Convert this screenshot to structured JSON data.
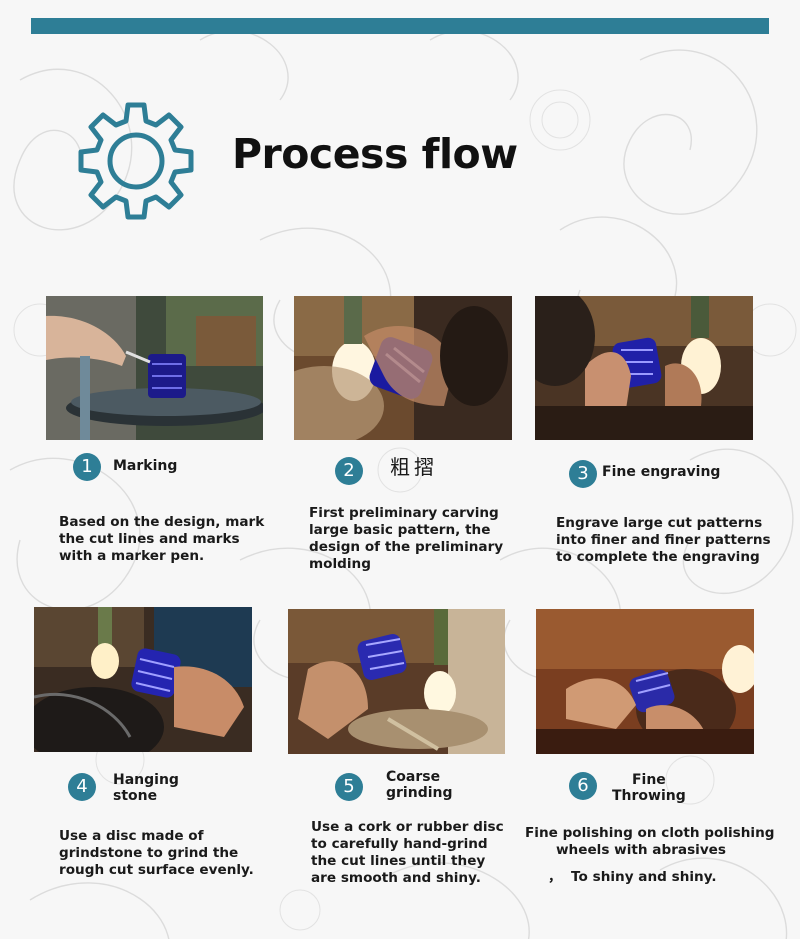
{
  "header": {
    "title": "Process flow",
    "accent_color": "#2e7e96",
    "icon": "gear-icon"
  },
  "steps": [
    {
      "number": "1",
      "title_lines": [
        "Marking"
      ],
      "desc_lines": [
        "Based on the design, mark",
        "the cut lines and marks",
        "with a marker pen."
      ]
    },
    {
      "number": "2",
      "title_lines": [
        "粗摺"
      ],
      "desc_lines": [
        "First preliminary carving",
        "large basic pattern, the",
        "design of the preliminary",
        "molding"
      ]
    },
    {
      "number": "3",
      "title_lines": [
        "Fine engraving"
      ],
      "desc_lines": [
        "Engrave large cut patterns",
        "into finer and finer patterns",
        "to complete the engraving"
      ]
    },
    {
      "number": "4",
      "title_lines": [
        "Hanging",
        "stone"
      ],
      "desc_lines": [
        "Use a disc made of",
        "grindstone to grind the",
        "rough cut surface evenly."
      ]
    },
    {
      "number": "5",
      "title_lines": [
        "Coarse",
        "grinding"
      ],
      "desc_lines": [
        "Use a cork or rubber disc",
        "to carefully hand-grind",
        "the cut lines until they",
        "are smooth and shiny."
      ]
    },
    {
      "number": "6",
      "title_lines": [
        "Fine",
        "Throwing"
      ],
      "desc_lines": [
        "Fine polishing on cloth polishing",
        "wheels with abrasives"
      ],
      "note": "，  To shiny and shiny."
    }
  ]
}
